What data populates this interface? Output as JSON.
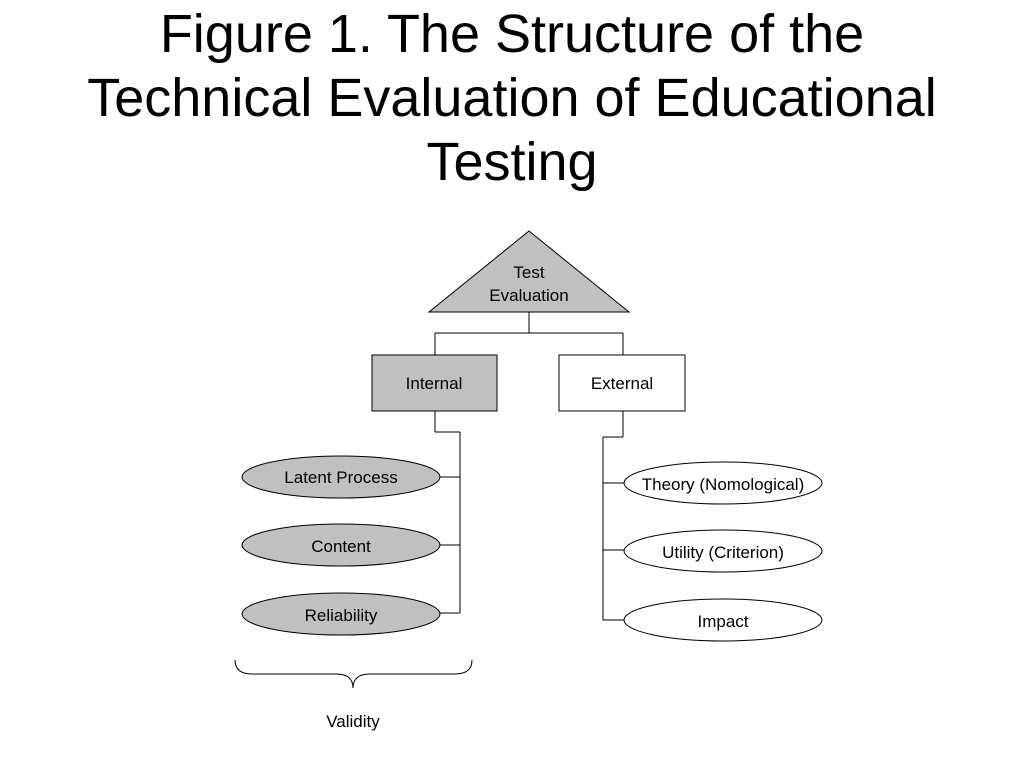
{
  "title": {
    "line1": "Figure 1. The Structure of the",
    "line2": "Technical Evaluation of Educational",
    "line3": "Testing"
  },
  "colors": {
    "shaded": "#c0c0c0",
    "plain": "#ffffff",
    "stroke": "#000000"
  },
  "diagram": {
    "root": {
      "line1": "Test",
      "line2": "Evaluation"
    },
    "internal": {
      "label": "Internal",
      "children": [
        "Latent Process",
        "Content",
        "Reliability"
      ]
    },
    "external": {
      "label": "External",
      "children": [
        "Theory (Nomological)",
        "Utility (Criterion)",
        "Impact"
      ]
    },
    "brace_label": "Validity"
  }
}
